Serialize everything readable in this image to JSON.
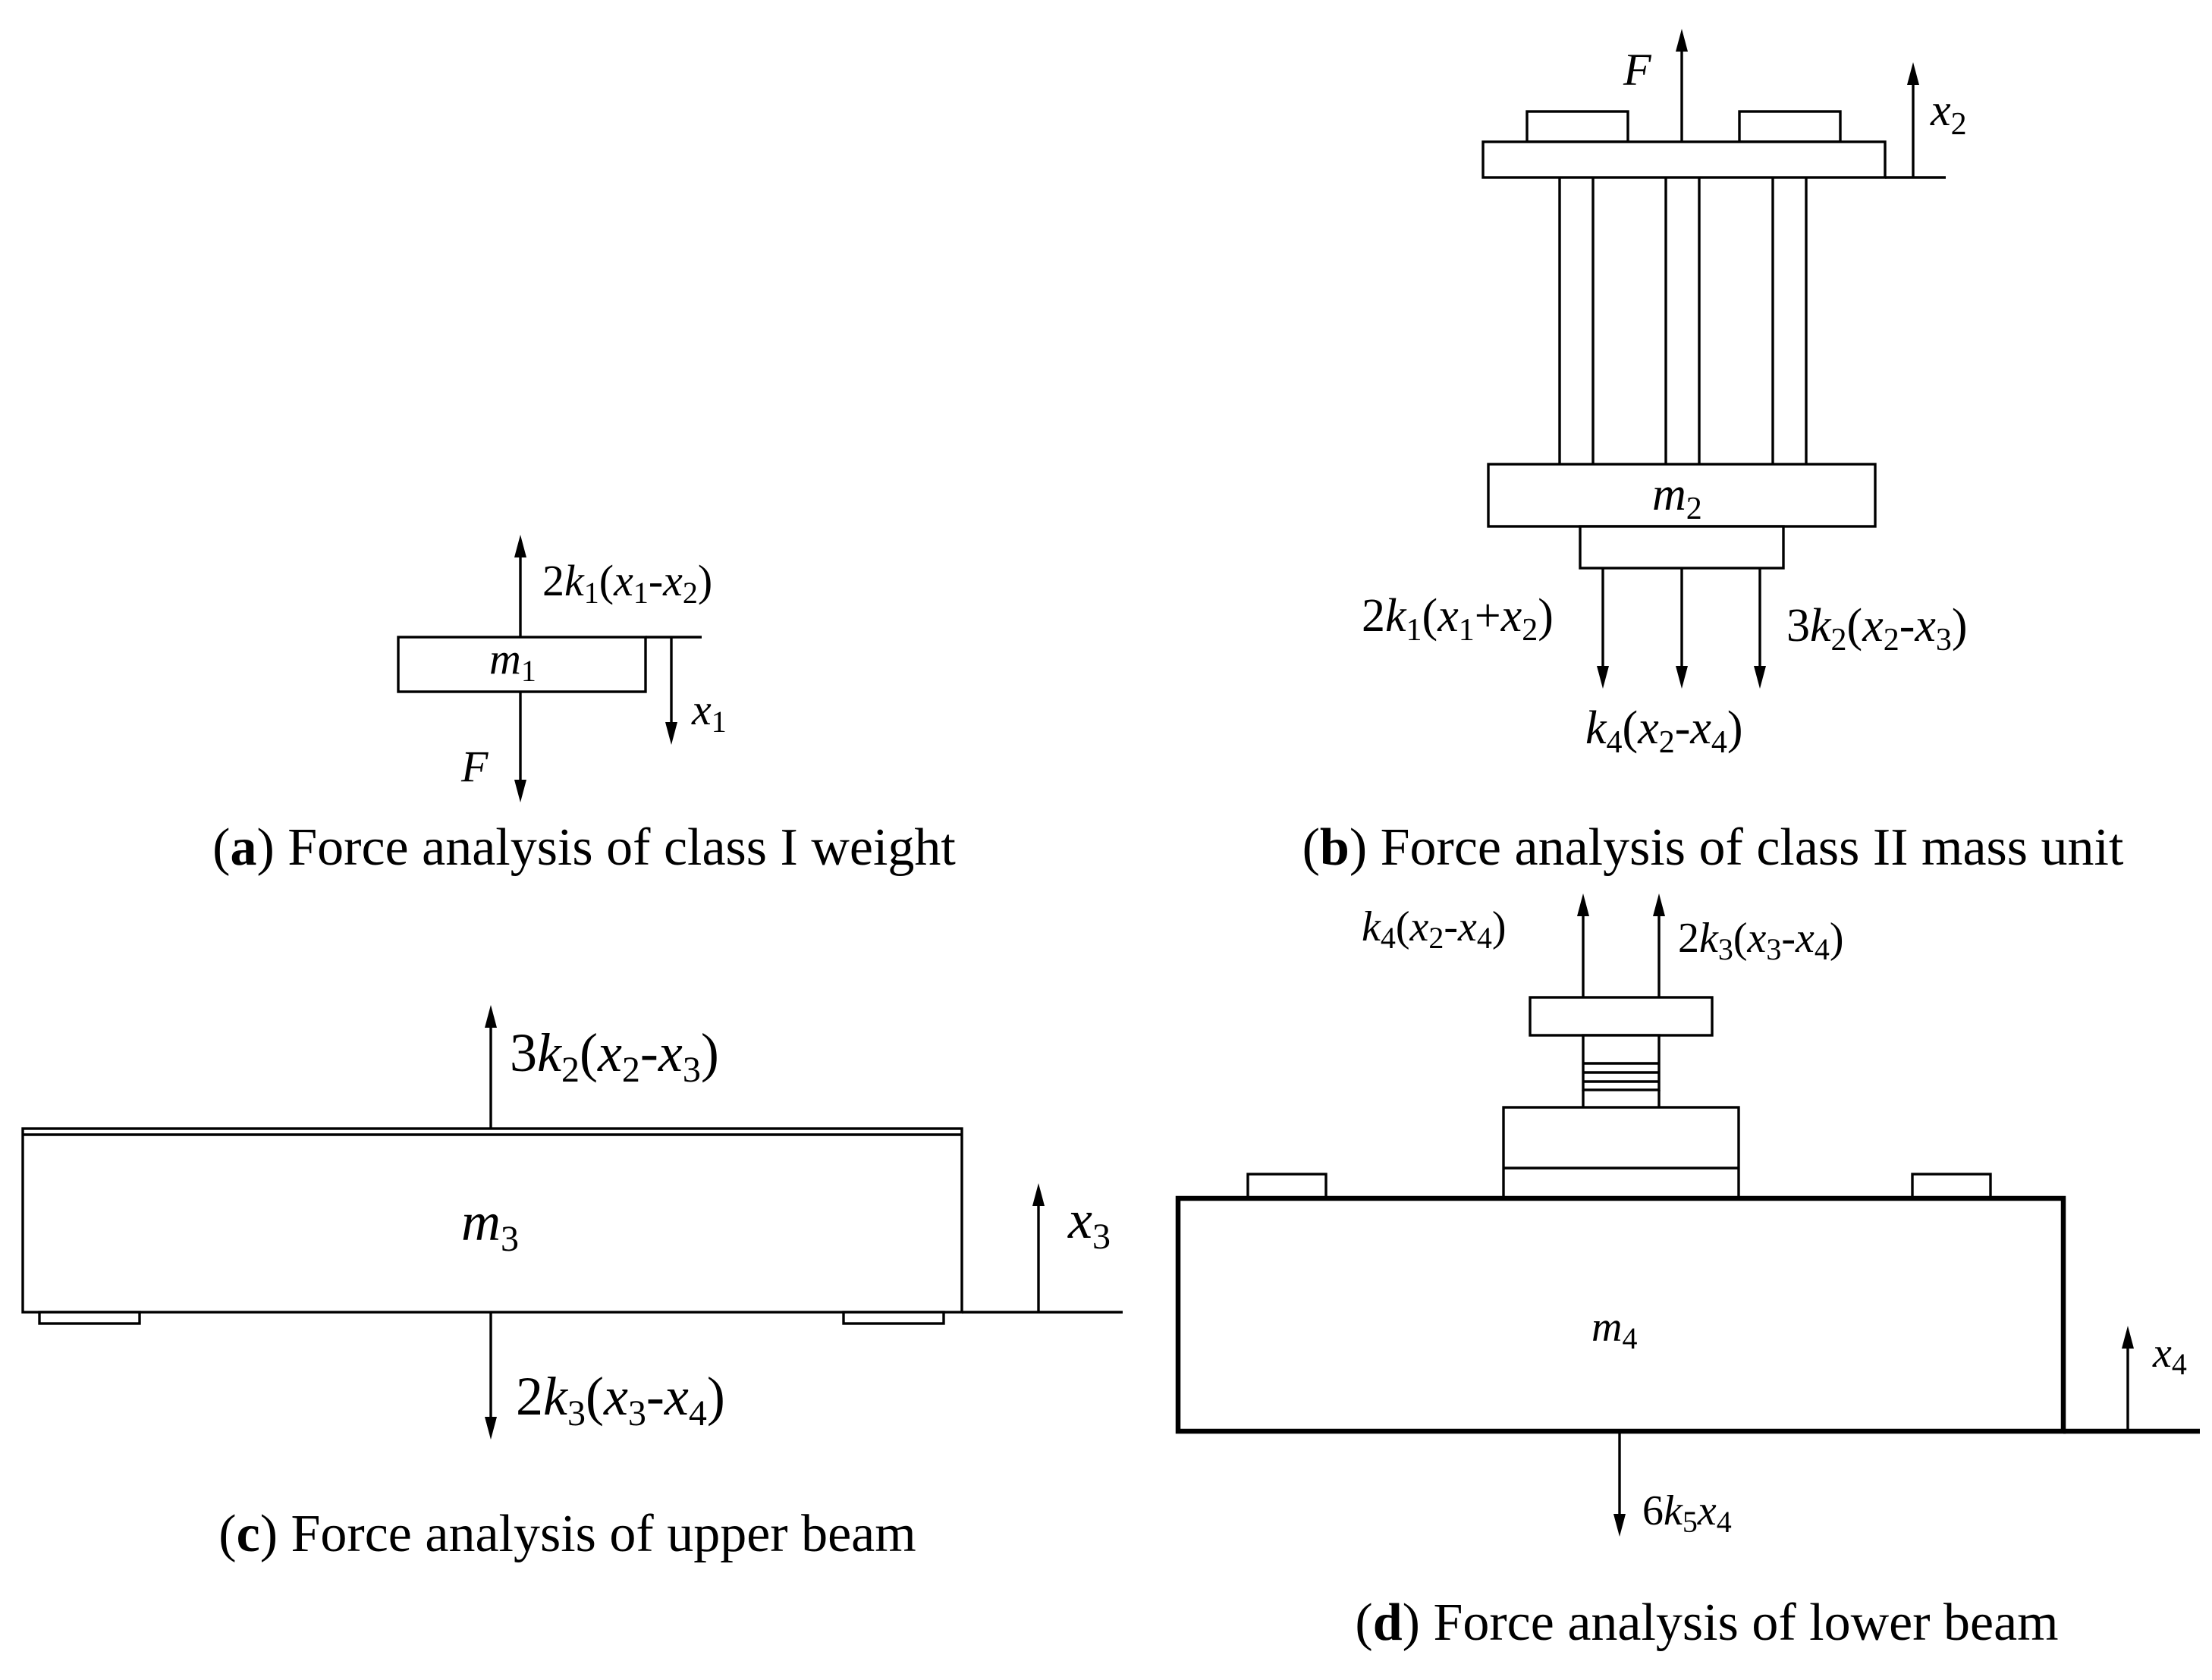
{
  "panel_a": {
    "caption_letter": "a",
    "caption_text": "Force analysis of class I weight",
    "mass_label": {
      "sym": "m",
      "sub": "1"
    },
    "force_up": "2k1(x1-x2)",
    "force_down": "F",
    "displacement": {
      "sym": "x",
      "sub": "1"
    }
  },
  "panel_b": {
    "caption_letter": "b",
    "caption_text": "Force analysis of class II mass unit",
    "mass_label": {
      "sym": "m",
      "sub": "2"
    },
    "force_up": "F",
    "displacement": {
      "sym": "x",
      "sub": "2"
    },
    "force_left": "2k1(x1+x2)",
    "force_right": "3k2(x2-x3)",
    "force_center": "k4(x2-x4)"
  },
  "panel_c": {
    "caption_letter": "c",
    "caption_text": "Force analysis of upper beam",
    "mass_label": {
      "sym": "m",
      "sub": "3"
    },
    "force_up": "3k2(x2-x3)",
    "force_down": "2k3(x3-x4)",
    "displacement": {
      "sym": "x",
      "sub": "3"
    }
  },
  "panel_d": {
    "caption_letter": "d",
    "caption_text": "Force analysis of lower beam",
    "mass_label": {
      "sym": "m",
      "sub": "4"
    },
    "force_up_left": "k4(x2-x4)",
    "force_up_right": "2k3(x3-x4)",
    "force_down": "6k5x4",
    "displacement": {
      "sym": "x",
      "sub": "4"
    }
  }
}
